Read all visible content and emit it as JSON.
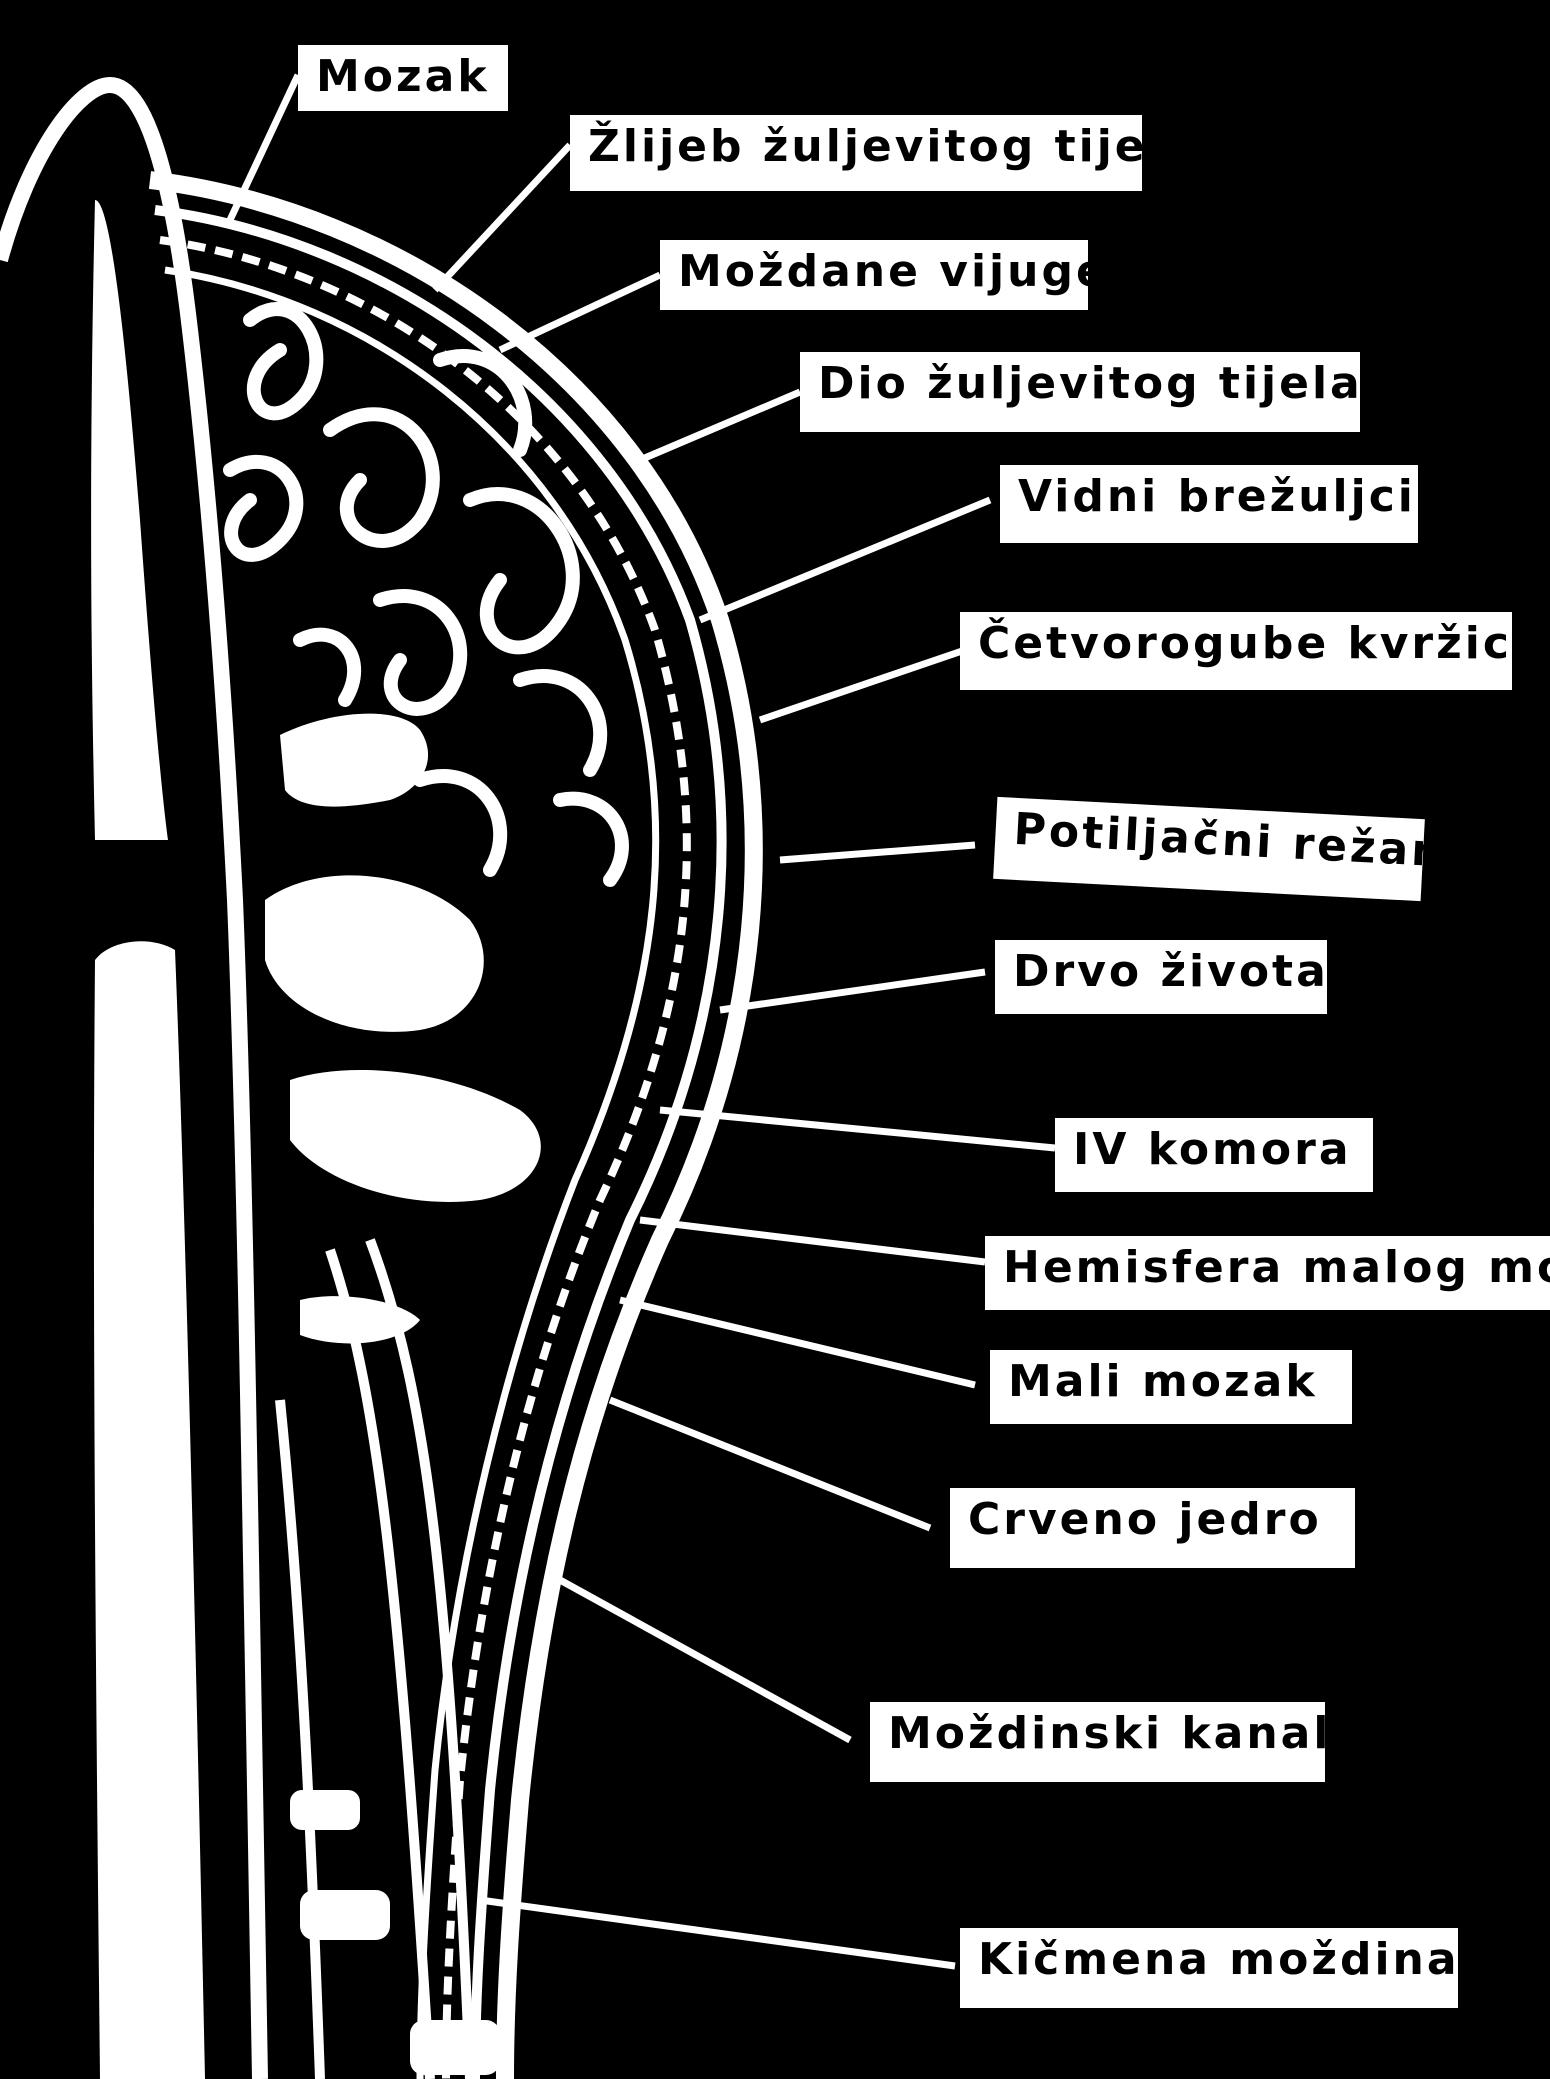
{
  "diagram": {
    "labels": [
      {
        "id": "mozak",
        "text": "Mozak"
      },
      {
        "id": "zlijeb",
        "text": "Žlijeb žuljevitog tijela"
      },
      {
        "id": "mozdane-vijuge",
        "text": "Moždane vijuge"
      },
      {
        "id": "dio-zuljevitog",
        "text": "Dio žuljevitog tijela"
      },
      {
        "id": "vidni-brezuljci",
        "text": "Vidni brežuljci"
      },
      {
        "id": "cetvorogube",
        "text": "Četvorogube kvržice"
      },
      {
        "id": "potiljacni",
        "text": "Potiljačni režanj"
      },
      {
        "id": "drvo-zivota",
        "text": "Drvo života"
      },
      {
        "id": "iv-komora",
        "text": "IV komora"
      },
      {
        "id": "hemisfera",
        "text": "Hemisfera malog mozga"
      },
      {
        "id": "mali-mozak",
        "text": "Mali mozak"
      },
      {
        "id": "crveno-jedro",
        "text": "Crveno jedro"
      },
      {
        "id": "mozdinski-kanal",
        "text": "Moždinski kanal"
      },
      {
        "id": "kicmena-mozdina",
        "text": "Kičmena moždina"
      }
    ]
  },
  "colors": {
    "background": "#000000",
    "foreground": "#ffffff"
  }
}
